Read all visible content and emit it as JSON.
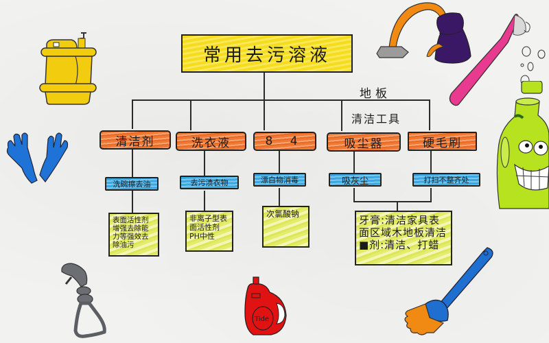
{
  "title": "常用去污溶液",
  "annotations": {
    "floor": "地板",
    "cleaning_tools": "清洁工具"
  },
  "categories": [
    {
      "label": "清洁剂",
      "sub": "洗碗擦去油",
      "desc": "表面活性剂增强去除能力等强效去除油污"
    },
    {
      "label": "洗衣液",
      "sub": "去污渍衣物",
      "desc": "非离子型表面活性剂PH中性"
    },
    {
      "label": "8 4",
      "sub": "漂白物消毒",
      "desc": "次氯酸钠"
    },
    {
      "label": "吸尘器",
      "sub": "吸灰尘"
    },
    {
      "label": "硬毛刷",
      "sub": "打扫不整齐处"
    }
  ],
  "shared_desc": "牙膏:清洁家具表面区域木地板清洁■剂:清洁、打蜡",
  "illustrations": [
    {
      "name": "yellow-detergent-jug",
      "color": "#f2cc0f"
    },
    {
      "name": "blue-rubber-gloves",
      "color": "#1f73d6"
    },
    {
      "name": "faucet",
      "color": "#f08a12"
    },
    {
      "name": "purple-sponge",
      "color": "#3a1866"
    },
    {
      "name": "pink-toothbrush",
      "color": "#e83a8e"
    },
    {
      "name": "green-cleaner-bottle-face",
      "color": "#b6e21f"
    },
    {
      "name": "grey-spray-trigger",
      "color": "#6b6f73"
    },
    {
      "name": "red-tide-bottle",
      "color": "#e01212",
      "label": "Tide"
    },
    {
      "name": "blue-orange-brush",
      "color": "#1e6fd0"
    }
  ],
  "colors": {
    "title_fill": "#f5dc1c",
    "category_fill": "#ee7a36",
    "sub_fill": "#3aa7e0",
    "desc_fill": "#e4ec6c"
  }
}
